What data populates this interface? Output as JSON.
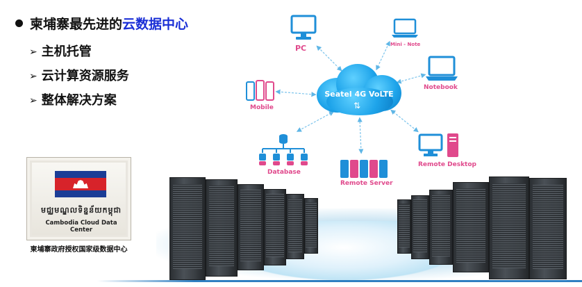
{
  "headline": {
    "prefix": "柬埔寨最先进的",
    "highlight": "云数据中心"
  },
  "bullets": [
    "主机托管",
    "云计算资源服务",
    "整体解决方案"
  ],
  "network": {
    "center": "Seatel 4G VoLTE",
    "nodes": {
      "pc": "PC",
      "mini_note": "Mini - Note",
      "notebook": "Notebook",
      "mobile": "Mobile",
      "remote_desktop": "Remote Desktop",
      "database": "Database",
      "remote_server": "Remote Server"
    }
  },
  "certificate": {
    "khmer_text": "មជ្ឈមណ្ឌលទិន្នន័យកម្ពុជា",
    "english_text": "Cambodia Cloud Data Center",
    "caption": "柬埔寨政府授权国家级数据中心"
  },
  "colors": {
    "highlight": "#1a2fd6",
    "icon_blue": "#1f8fd8",
    "icon_pink": "#e0498c",
    "cloud_blue": "#1ea4ea"
  }
}
